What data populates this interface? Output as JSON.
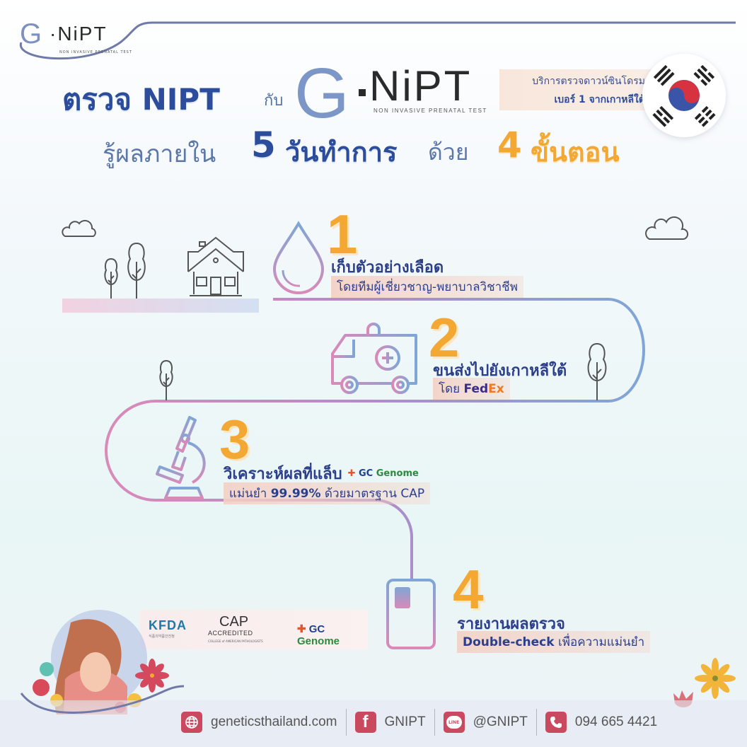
{
  "header": {
    "logo_small": {
      "g": "G",
      "rest": "·NiPT",
      "tagline": "NON INVASIVE PRENATAL TEST"
    },
    "title_line1": {
      "left": "ตรวจ NIPT",
      "kap": "กับ",
      "logo_g": "G",
      "logo_rest": "NiPT",
      "logo_tagline": "NON INVASIVE PRENATAL TEST"
    },
    "korea_badge": {
      "line1": "บริการตรวจดาวน์ซินโดรม",
      "line2": "เบอร์ 1 จากเกาหลีใต้"
    },
    "title_line2": {
      "a": "รู้ผลภายใน",
      "days_num": "5",
      "days_label": "วันทำการ",
      "with": "ด้วย",
      "steps_num": "4",
      "steps_label": "ขั้นตอน"
    }
  },
  "steps": [
    {
      "number": "1",
      "title": "เก็บตัวอย่างเลือด",
      "subtitle": "โดยทีมผู้เชี่ยวชาญ-พยาบาลวิชาชีพ",
      "icon": "blood-drop-icon"
    },
    {
      "number": "2",
      "title": "ขนส่งไปยังเกาหลีใต้",
      "subtitle_prefix": "โดย",
      "fedex_fed": "Fed",
      "fedex_ex": "Ex",
      "icon": "ambulance-icon"
    },
    {
      "number": "3",
      "title": "วิเคราะห์ผลที่แล็บ",
      "lab_brand_gc": "GC",
      "lab_brand_genome": "Genome",
      "subtitle_prefix": "แม่นยำ",
      "accuracy": "99.99%",
      "subtitle_suffix": "ด้วยมาตรฐาน CAP",
      "icon": "microscope-icon"
    },
    {
      "number": "4",
      "title": "รายงานผลตรวจ",
      "subtitle_bold": "Double-check",
      "subtitle_suffix": "เพื่อความแม่นยำ",
      "icon": "report-document-icon"
    }
  ],
  "certifications": {
    "kfda": "KFDA",
    "kfda_sub": "식품의약품안전청",
    "cap": "CAP",
    "cap_accredited": "ACCREDITED",
    "cap_sub": "COLLEGE of AMERICAN PATHOLOGISTS",
    "gc": "GC",
    "genome": "Genome"
  },
  "footer": {
    "website": "geneticsthailand.com",
    "facebook": "GNIPT",
    "line": "@GNIPT",
    "line_icon_label": "LINE",
    "phone": "094 665 4421"
  },
  "colors": {
    "primary_blue": "#2c4d9c",
    "accent_orange": "#f2a832",
    "footer_icon_red": "#c94a5e",
    "path_pink": "#d98ab8",
    "path_blue": "#7fa6d6"
  }
}
